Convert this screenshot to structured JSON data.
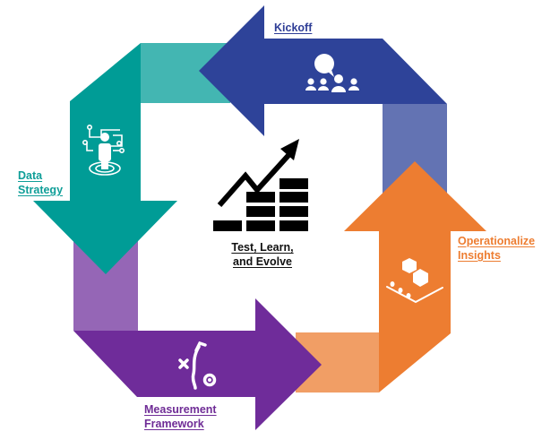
{
  "diagram": {
    "type": "cycle",
    "direction": "counterclockwise",
    "center": {
      "icon": "growth-chart-icon",
      "label_lines": [
        "Test, Learn,",
        "and Evolve"
      ]
    },
    "stages": [
      {
        "id": "kickoff",
        "label_lines": [
          "Kickoff"
        ],
        "icon": "team-discussion-icon",
        "color": "#2E4399",
        "tail_color": "#6373B3",
        "arrow_direction": "left"
      },
      {
        "id": "data-strategy",
        "label_lines": [
          "Data",
          "Strategy"
        ],
        "icon": "person-network-icon",
        "color": "#009C96",
        "tail_color": "#43B6B2",
        "arrow_direction": "down"
      },
      {
        "id": "measurement-framework",
        "label_lines": [
          "Measurement",
          "Framework"
        ],
        "icon": "playbook-icon",
        "color": "#6F2C9A",
        "tail_color": "#9566B6",
        "arrow_direction": "right"
      },
      {
        "id": "operationalize-insights",
        "label_lines": [
          "Operationalize",
          "Insights"
        ],
        "icon": "conveyor-boxes-icon",
        "color": "#ED7D31",
        "tail_color": "#F19E65",
        "arrow_direction": "up"
      }
    ]
  }
}
